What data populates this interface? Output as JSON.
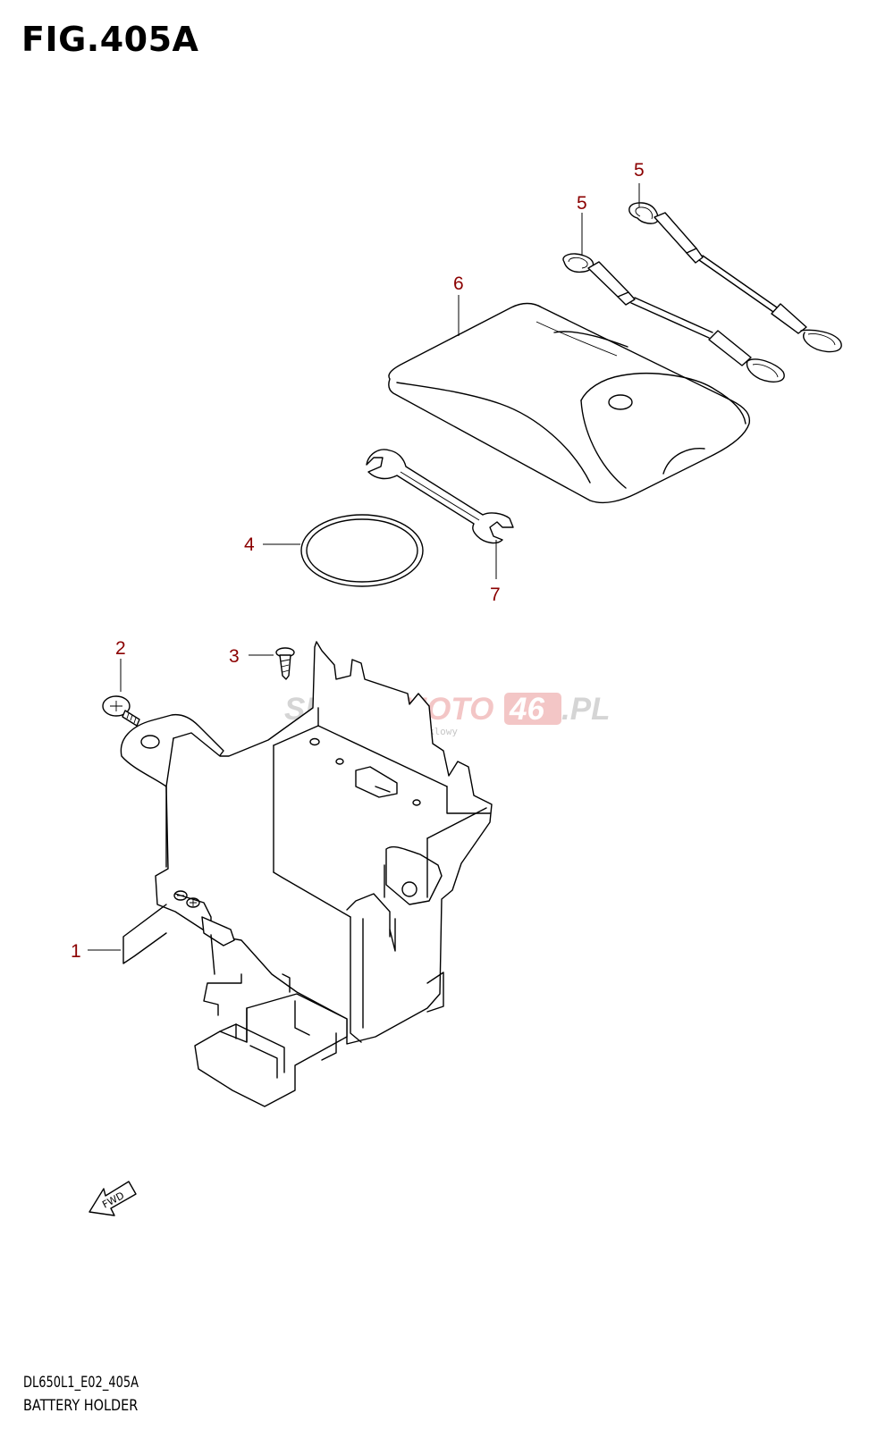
{
  "figure": {
    "title": "FIG.405A",
    "code": "DL650L1_E02_405A",
    "name": "BATTERY HOLDER"
  },
  "callouts": [
    {
      "id": "c1",
      "label": "1"
    },
    {
      "id": "c2",
      "label": "2"
    },
    {
      "id": "c3",
      "label": "3"
    },
    {
      "id": "c4",
      "label": "4"
    },
    {
      "id": "c5a",
      "label": "5"
    },
    {
      "id": "c5b",
      "label": "5"
    },
    {
      "id": "c6",
      "label": "6"
    },
    {
      "id": "c7",
      "label": "7"
    }
  ],
  "arrow": {
    "label": "FWD"
  },
  "watermark": {
    "part1": "SKLEP",
    "part2": "MOTO",
    "part3": "46",
    "part4": ".PL",
    "tagline": "internetowy sklep motocyklowy"
  },
  "colors": {
    "callout_text": "#8b0000",
    "line": "#000000",
    "watermark_gray": "#b4b4b4",
    "watermark_red": "#f0b4b4"
  }
}
